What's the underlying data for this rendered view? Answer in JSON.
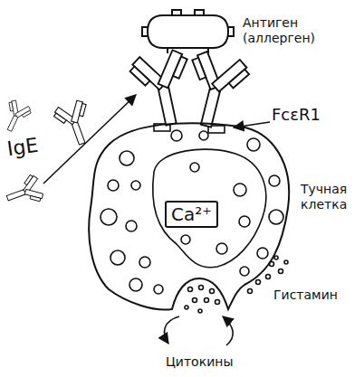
{
  "diagram": {
    "nodes": [
      {
        "text": [
          "Антиген (аллерген)"
        ]
      },
      {
        "text": [
          "Тучная клетка"
        ]
      },
      {
        "text": [
          "Ca²⁺"
        ],
        "in": 1
      }
    ],
    "labels": [
      "IgE",
      "FcεR1",
      "Гистамин",
      "Цитокины"
    ]
  }
}
